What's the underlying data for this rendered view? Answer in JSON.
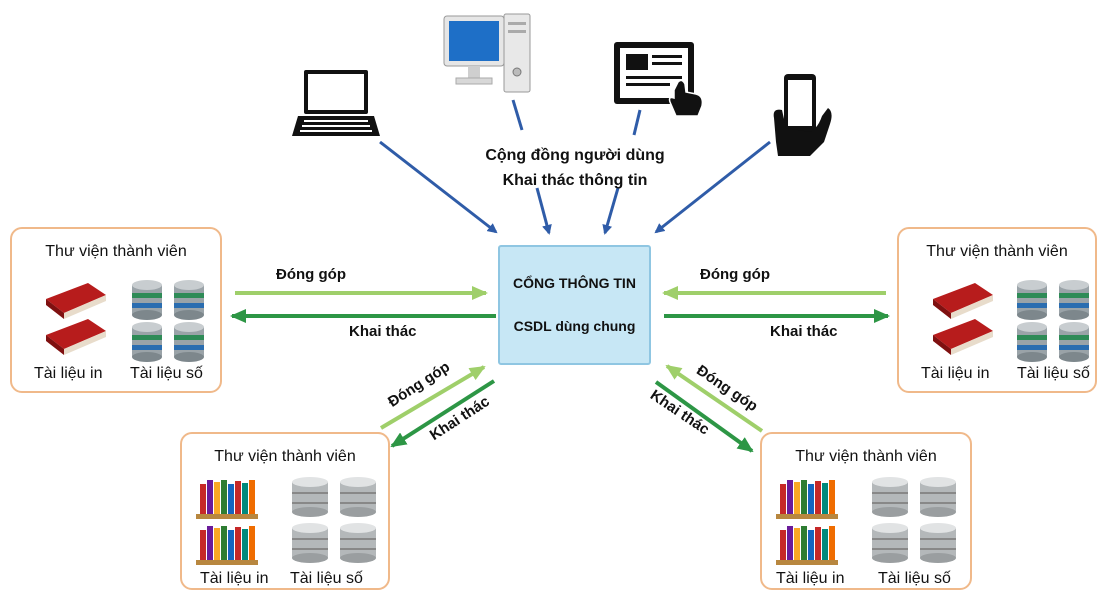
{
  "hub": {
    "title": "CỔNG THÔNG TIN",
    "subtitle": "CSDL dùng chung"
  },
  "users": {
    "line1": "Cộng đồng người dùng",
    "line2": "Khai thác thông tin"
  },
  "devices": [
    "laptop-icon",
    "desktop-computer-icon",
    "tablet-touch-icon",
    "smartphone-icon"
  ],
  "libraries": [
    {
      "title": "Thư viện thành viên",
      "print_label": "Tài liệu in",
      "digital_label": "Tài liệu số"
    },
    {
      "title": "Thư viện thành viên",
      "print_label": "Tài liệu in",
      "digital_label": "Tài liệu số"
    },
    {
      "title": "Thư viện thành viên",
      "print_label": "Tài liệu in",
      "digital_label": "Tài liệu số"
    },
    {
      "title": "Thư viện thành viên",
      "print_label": "Tài liệu in",
      "digital_label": "Tài liệu số"
    }
  ],
  "flows": {
    "contribute": "Đóng góp",
    "exploit": "Khai thác"
  },
  "colors": {
    "user_arrow": "#2f5ca8",
    "contribute_arrow": "#9fcf6a",
    "exploit_arrow": "#2d9645",
    "hub_fill": "#c7e7f5",
    "library_border": "#f0b98a"
  }
}
